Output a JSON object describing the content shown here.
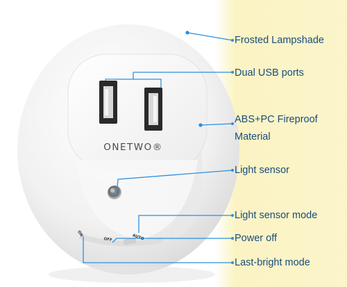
{
  "product": {
    "brand": "ONETWO®",
    "switch_labels": {
      "on": "ON",
      "off": "OFF",
      "auto": "AUTO"
    }
  },
  "callouts": [
    {
      "label": "Frosted Lampshade"
    },
    {
      "label": "Dual USB ports"
    },
    {
      "label": "ABS+PC Fireproof"
    },
    {
      "label": "Material"
    },
    {
      "label": "Light sensor"
    },
    {
      "label": "Light sensor mode"
    },
    {
      "label": "Power off"
    },
    {
      "label": "Last-bright mode"
    }
  ],
  "colors": {
    "label_band": "#fbf3c4",
    "leader_line": "#2b8fe0",
    "label_text": "#1a4d7a",
    "lamp_body": "#f3f3f3",
    "usb_port": "#2a2a2a"
  }
}
